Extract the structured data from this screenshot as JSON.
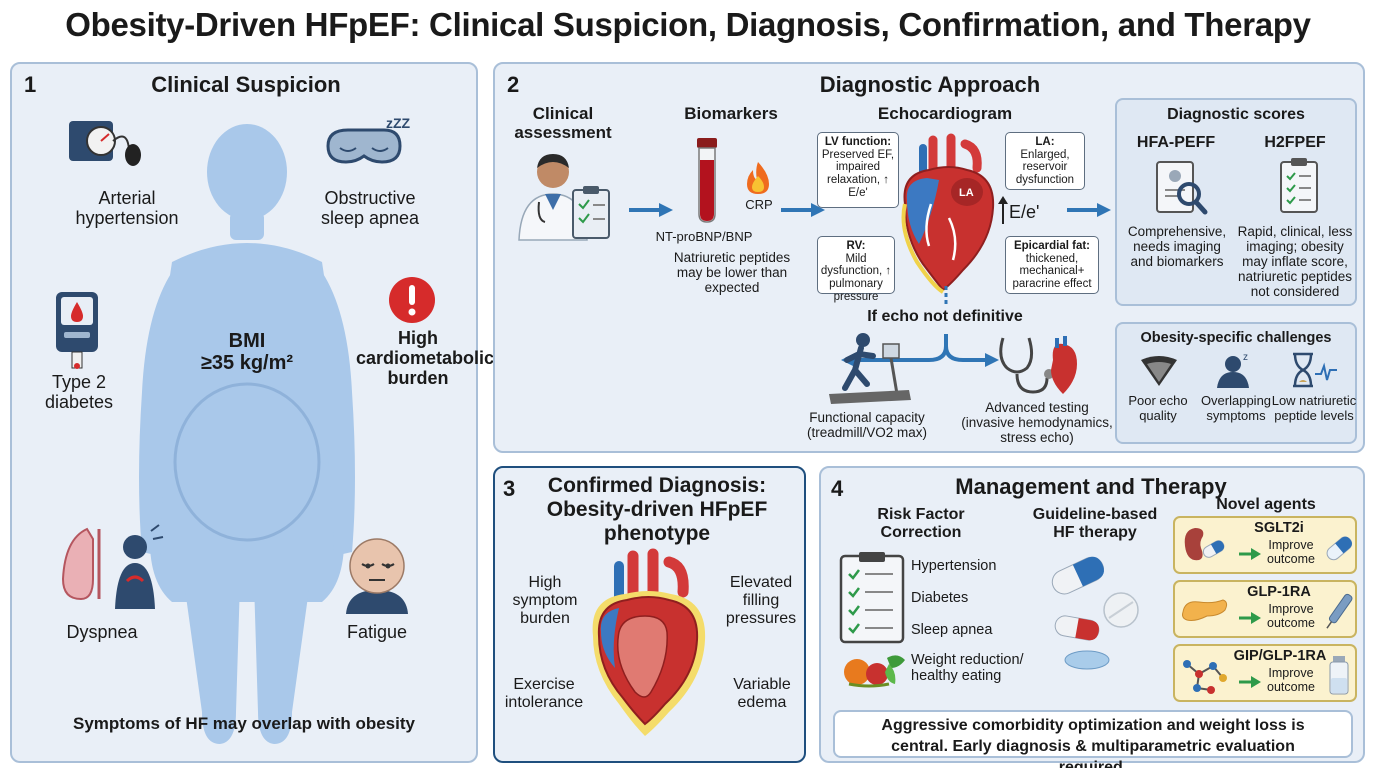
{
  "title": "Obesity-Driven HFpEF: Clinical Suspicion, Diagnosis, Confirmation, and Therapy",
  "panel1": {
    "num": "1",
    "heading": "Clinical Suspicion",
    "bmi_line1": "BMI",
    "bmi_line2": "≥35 kg/m²",
    "items": {
      "hypertension": "Arterial hypertension",
      "osa": "Obstructive sleep apnea",
      "burden": "High cardiometabolic burden",
      "diabetes": "Type 2 diabetes",
      "dyspnea": "Dyspnea",
      "fatigue": "Fatigue"
    },
    "footer": "Symptoms of HF may overlap with obesity"
  },
  "panel2": {
    "num": "2",
    "heading": "Diagnostic Approach",
    "clinical": "Clinical assessment",
    "biomarkers": "Biomarkers",
    "ntprobnp": "NT-proBNP/BNP",
    "crp": "CRP",
    "peptide_note": "Natriuretic peptides may be lower than expected",
    "echo": "Echocardiogram",
    "lv_title": "LV function:",
    "lv_text": "Preserved EF, impaired relaxation, ↑ E/e'",
    "la_title": "LA:",
    "la_text": "Enlarged, reservoir dysfunction",
    "rv_title": "RV:",
    "rv_text": "Mild dysfunction, ↑ pulmonary pressure",
    "epi_title": "Epicardial fat:",
    "epi_text": "thickened, mechanical+ paracrine effect",
    "ee": "E/e'",
    "heart_la": "LA",
    "if_not": "If echo not definitive",
    "functional": "Functional capacity (treadmill/VO2 max)",
    "advanced": "Advanced testing (invasive hemodynamics, stress echo)",
    "scores": {
      "heading": "Diagnostic scores",
      "hfa": "HFA-PEFF",
      "hfa_text": "Comprehensive, needs imaging and biomarkers",
      "h2": "H2FPEF",
      "h2_text": "Rapid, clinical, less imaging; obesity may inflate score, natriuretic peptides not considered"
    },
    "challenges": {
      "heading": "Obesity-specific challenges",
      "c1": "Poor echo quality",
      "c2": "Overlapping symptoms",
      "c3": "Low natriuretic peptide levels"
    }
  },
  "panel3": {
    "num": "3",
    "heading": "Confirmed Diagnosis: Obesity-driven HFpEF phenotype",
    "f1": "High symptom burden",
    "f2": "Elevated filling pressures",
    "f3": "Exercise intolerance",
    "f4": "Variable edema"
  },
  "panel4": {
    "num": "4",
    "heading": "Management and Therapy",
    "risk_heading": "Risk Factor Correction",
    "risk_items": [
      "Hypertension",
      "Diabetes",
      "Sleep apnea"
    ],
    "weight": "Weight reduction/ healthy eating",
    "gdt": "Guideline-based HF therapy",
    "novel_heading": "Novel agents",
    "agents": [
      {
        "name": "SGLT2i",
        "effect": "Improve outcome"
      },
      {
        "name": "GLP-1RA",
        "effect": "Improve outcome"
      },
      {
        "name": "GIP/GLP-1RA",
        "effect": "Improve outcome"
      }
    ],
    "bottom": "Aggressive comorbidity optimization and weight loss is central. Early diagnosis & multiparametric evaluation required."
  },
  "colors": {
    "panel_bg": "#e9eff7",
    "panel_border": "#a9bfd8",
    "arrow": "#2f75b5",
    "body_silhouette": "#a9c8ea",
    "alert_red": "#d62b2b",
    "novel_bg": "#fbf2cf"
  }
}
